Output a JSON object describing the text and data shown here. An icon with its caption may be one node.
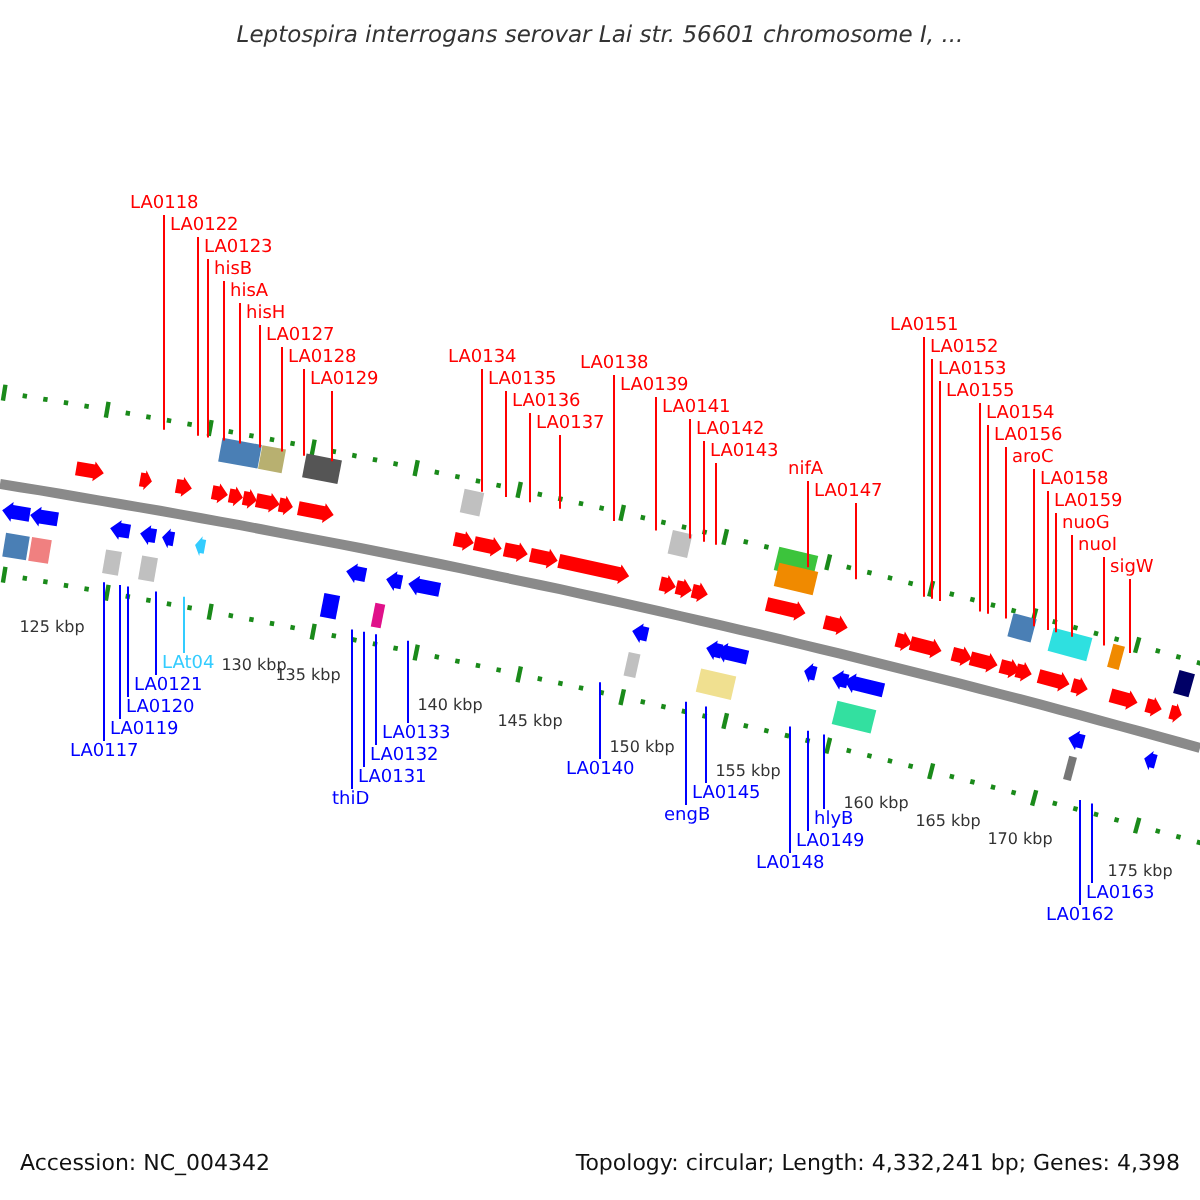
{
  "diagram": {
    "title": "Leptospira interrogans serovar Lai str. 56601 chromosome I, ...",
    "nodes": [
      {
        "text": [
          "LA0118"
        ]
      },
      {
        "text": [
          "LA0122"
        ]
      },
      {
        "text": [
          "LA0123"
        ]
      },
      {
        "text": [
          "hisB"
        ]
      },
      {
        "text": [
          "hisA"
        ]
      },
      {
        "text": [
          "hisH"
        ]
      },
      {
        "text": [
          "LA0127"
        ]
      },
      {
        "text": [
          "LA0128"
        ]
      },
      {
        "text": [
          "LA0129"
        ]
      },
      {
        "text": [
          "LA0134"
        ]
      },
      {
        "text": [
          "LA0135"
        ]
      },
      {
        "text": [
          "LA0136"
        ]
      },
      {
        "text": [
          "LA0137"
        ]
      },
      {
        "text": [
          "LA0138"
        ]
      },
      {
        "text": [
          "LA0139"
        ]
      },
      {
        "text": [
          "LA0141"
        ]
      },
      {
        "text": [
          "LA0142"
        ]
      },
      {
        "text": [
          "LA0143"
        ]
      },
      {
        "text": [
          "nifA"
        ]
      },
      {
        "text": [
          "LA0147"
        ]
      },
      {
        "text": [
          "LA0151"
        ]
      },
      {
        "text": [
          "LA0152"
        ]
      },
      {
        "text": [
          "LA0153"
        ]
      },
      {
        "text": [
          "LA0155"
        ]
      },
      {
        "text": [
          "LA0154"
        ]
      },
      {
        "text": [
          "LA0156"
        ]
      },
      {
        "text": [
          "aroC"
        ]
      },
      {
        "text": [
          "LA0158"
        ]
      },
      {
        "text": [
          "LA0159"
        ]
      },
      {
        "text": [
          "nuoG"
        ]
      },
      {
        "text": [
          "nuoI"
        ]
      },
      {
        "text": [
          "sigW"
        ]
      },
      {
        "text": [
          "LA0117"
        ]
      },
      {
        "text": [
          "LA0119"
        ]
      },
      {
        "text": [
          "LA0120"
        ]
      },
      {
        "text": [
          "LA0121"
        ]
      },
      {
        "text": [
          "LAt04"
        ]
      },
      {
        "text": [
          "thiD"
        ]
      },
      {
        "text": [
          "LA0131"
        ]
      },
      {
        "text": [
          "LA0132"
        ]
      },
      {
        "text": [
          "LA0133"
        ]
      },
      {
        "text": [
          "LA0140"
        ]
      },
      {
        "text": [
          "engB"
        ]
      },
      {
        "text": [
          "LA0145"
        ]
      },
      {
        "text": [
          "LA0148"
        ]
      },
      {
        "text": [
          "LA0149"
        ]
      },
      {
        "text": [
          "hlyB"
        ]
      },
      {
        "text": [
          "LA0162"
        ]
      },
      {
        "text": [
          "LA0163"
        ]
      }
    ],
    "edges": [
      {
        "from": 0,
        "to": null,
        "arrow": "none"
      },
      {
        "from": 1,
        "to": null,
        "arrow": "none"
      },
      {
        "from": 2,
        "to": null,
        "arrow": "none"
      },
      {
        "from": 3,
        "to": null,
        "arrow": "none"
      },
      {
        "from": 4,
        "to": null,
        "arrow": "none"
      },
      {
        "from": 5,
        "to": null,
        "arrow": "none"
      },
      {
        "from": 6,
        "to": null,
        "arrow": "none"
      },
      {
        "from": 7,
        "to": null,
        "arrow": "none"
      },
      {
        "from": 8,
        "to": null,
        "arrow": "none"
      },
      {
        "from": 9,
        "to": null,
        "arrow": "none"
      },
      {
        "from": 10,
        "to": null,
        "arrow": "none"
      },
      {
        "from": 11,
        "to": null,
        "arrow": "none"
      },
      {
        "from": 12,
        "to": null,
        "arrow": "none"
      },
      {
        "from": 13,
        "to": null,
        "arrow": "none"
      },
      {
        "from": 14,
        "to": null,
        "arrow": "none"
      },
      {
        "from": 15,
        "to": null,
        "arrow": "none"
      },
      {
        "from": 16,
        "to": null,
        "arrow": "none"
      },
      {
        "from": 17,
        "to": null,
        "arrow": "none"
      },
      {
        "from": 18,
        "to": null,
        "arrow": "none"
      },
      {
        "from": 19,
        "to": null,
        "arrow": "none"
      },
      {
        "from": 20,
        "to": null,
        "arrow": "none"
      },
      {
        "from": 21,
        "to": null,
        "arrow": "none"
      },
      {
        "from": 22,
        "to": null,
        "arrow": "none"
      },
      {
        "from": 23,
        "to": null,
        "arrow": "none"
      },
      {
        "from": 24,
        "to": null,
        "arrow": "none"
      },
      {
        "from": 25,
        "to": null,
        "arrow": "none"
      },
      {
        "from": 26,
        "to": null,
        "arrow": "none"
      },
      {
        "from": 27,
        "to": null,
        "arrow": "none"
      },
      {
        "from": 28,
        "to": null,
        "arrow": "none"
      },
      {
        "from": 29,
        "to": null,
        "arrow": "none"
      },
      {
        "from": 30,
        "to": null,
        "arrow": "none"
      },
      {
        "from": 31,
        "to": null,
        "arrow": "none"
      },
      {
        "from": 32,
        "to": null,
        "arrow": "none",
        "color": "#0000ff"
      },
      {
        "from": 33,
        "to": null,
        "arrow": "none",
        "color": "#0000ff"
      },
      {
        "from": 34,
        "to": null,
        "arrow": "none",
        "color": "#0000ff"
      },
      {
        "from": 35,
        "to": null,
        "arrow": "none",
        "color": "#0000ff"
      },
      {
        "from": 36,
        "to": null,
        "arrow": "none",
        "color": "#33ccff"
      },
      {
        "from": 37,
        "to": null,
        "arrow": "none",
        "color": "#0000ff"
      },
      {
        "from": 38,
        "to": null,
        "arrow": "none",
        "color": "#0000ff"
      },
      {
        "from": 39,
        "to": null,
        "arrow": "none",
        "color": "#0000ff"
      },
      {
        "from": 40,
        "to": null,
        "arrow": "none",
        "color": "#0000ff"
      },
      {
        "from": 41,
        "to": null,
        "arrow": "none",
        "color": "#0000ff"
      },
      {
        "from": 42,
        "to": null,
        "arrow": "none",
        "color": "#0000ff"
      },
      {
        "from": 43,
        "to": null,
        "arrow": "none",
        "color": "#0000ff"
      },
      {
        "from": 44,
        "to": null,
        "arrow": "none",
        "color": "#0000ff"
      },
      {
        "from": 45,
        "to": null,
        "arrow": "none",
        "color": "#0000ff"
      },
      {
        "from": 46,
        "to": null,
        "arrow": "none",
        "color": "#0000ff"
      },
      {
        "from": 47,
        "to": null,
        "arrow": "none",
        "color": "#0000ff"
      },
      {
        "from": 48,
        "to": null,
        "arrow": "none",
        "color": "#0000ff"
      }
    ],
    "labels": [
      "125 kbp",
      "130 kbp",
      "135 kbp",
      "140 kbp",
      "145 kbp",
      "150 kbp",
      "155 kbp",
      "160 kbp",
      "165 kbp",
      "170 kbp",
      "175 kbp",
      "Accession: NC_004342",
      "Topology: circular; Length: 4,332,241 bp; Genes: 4,398"
    ]
  }
}
